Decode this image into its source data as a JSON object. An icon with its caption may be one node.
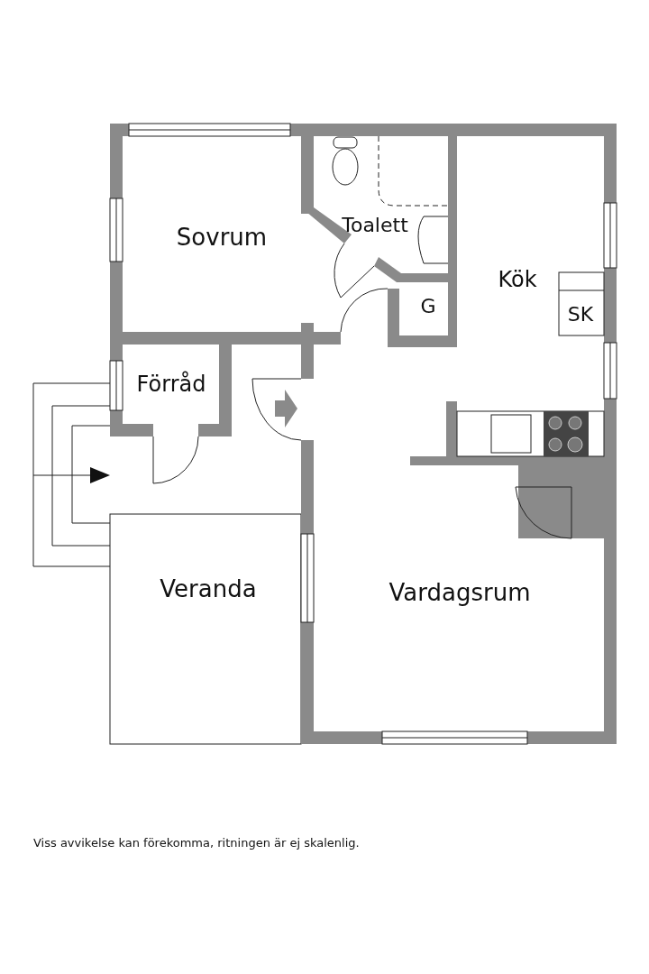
{
  "diagram": {
    "caption": "Viss avvikelse kan förekomma, ritningen är ej skalenlig.",
    "labels": [
      "Sovrum",
      "Toalett",
      "Kök",
      "G",
      "SK",
      "Förråd",
      "Veranda",
      "Vardagsrum"
    ]
  }
}
